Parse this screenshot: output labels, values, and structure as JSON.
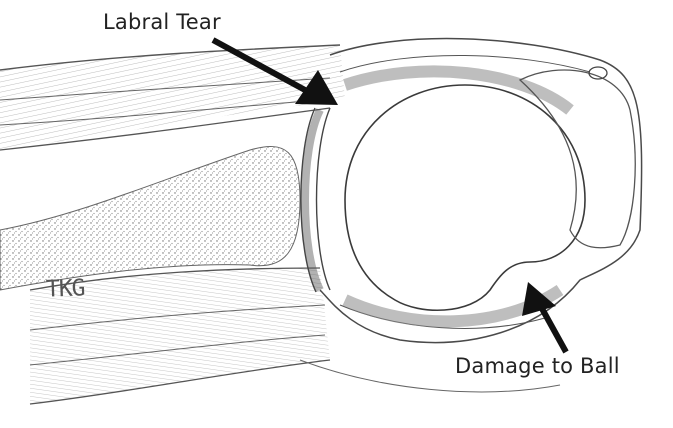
{
  "diagram": {
    "labels": {
      "labral_tear": "Labral Tear",
      "damage_to_ball": "Damage to Ball"
    },
    "signature": "TKG",
    "colors": {
      "arrow": "#111111",
      "pencil": "#4a4a4a",
      "shading": "#8a8a8a",
      "background": "#ffffff"
    }
  }
}
